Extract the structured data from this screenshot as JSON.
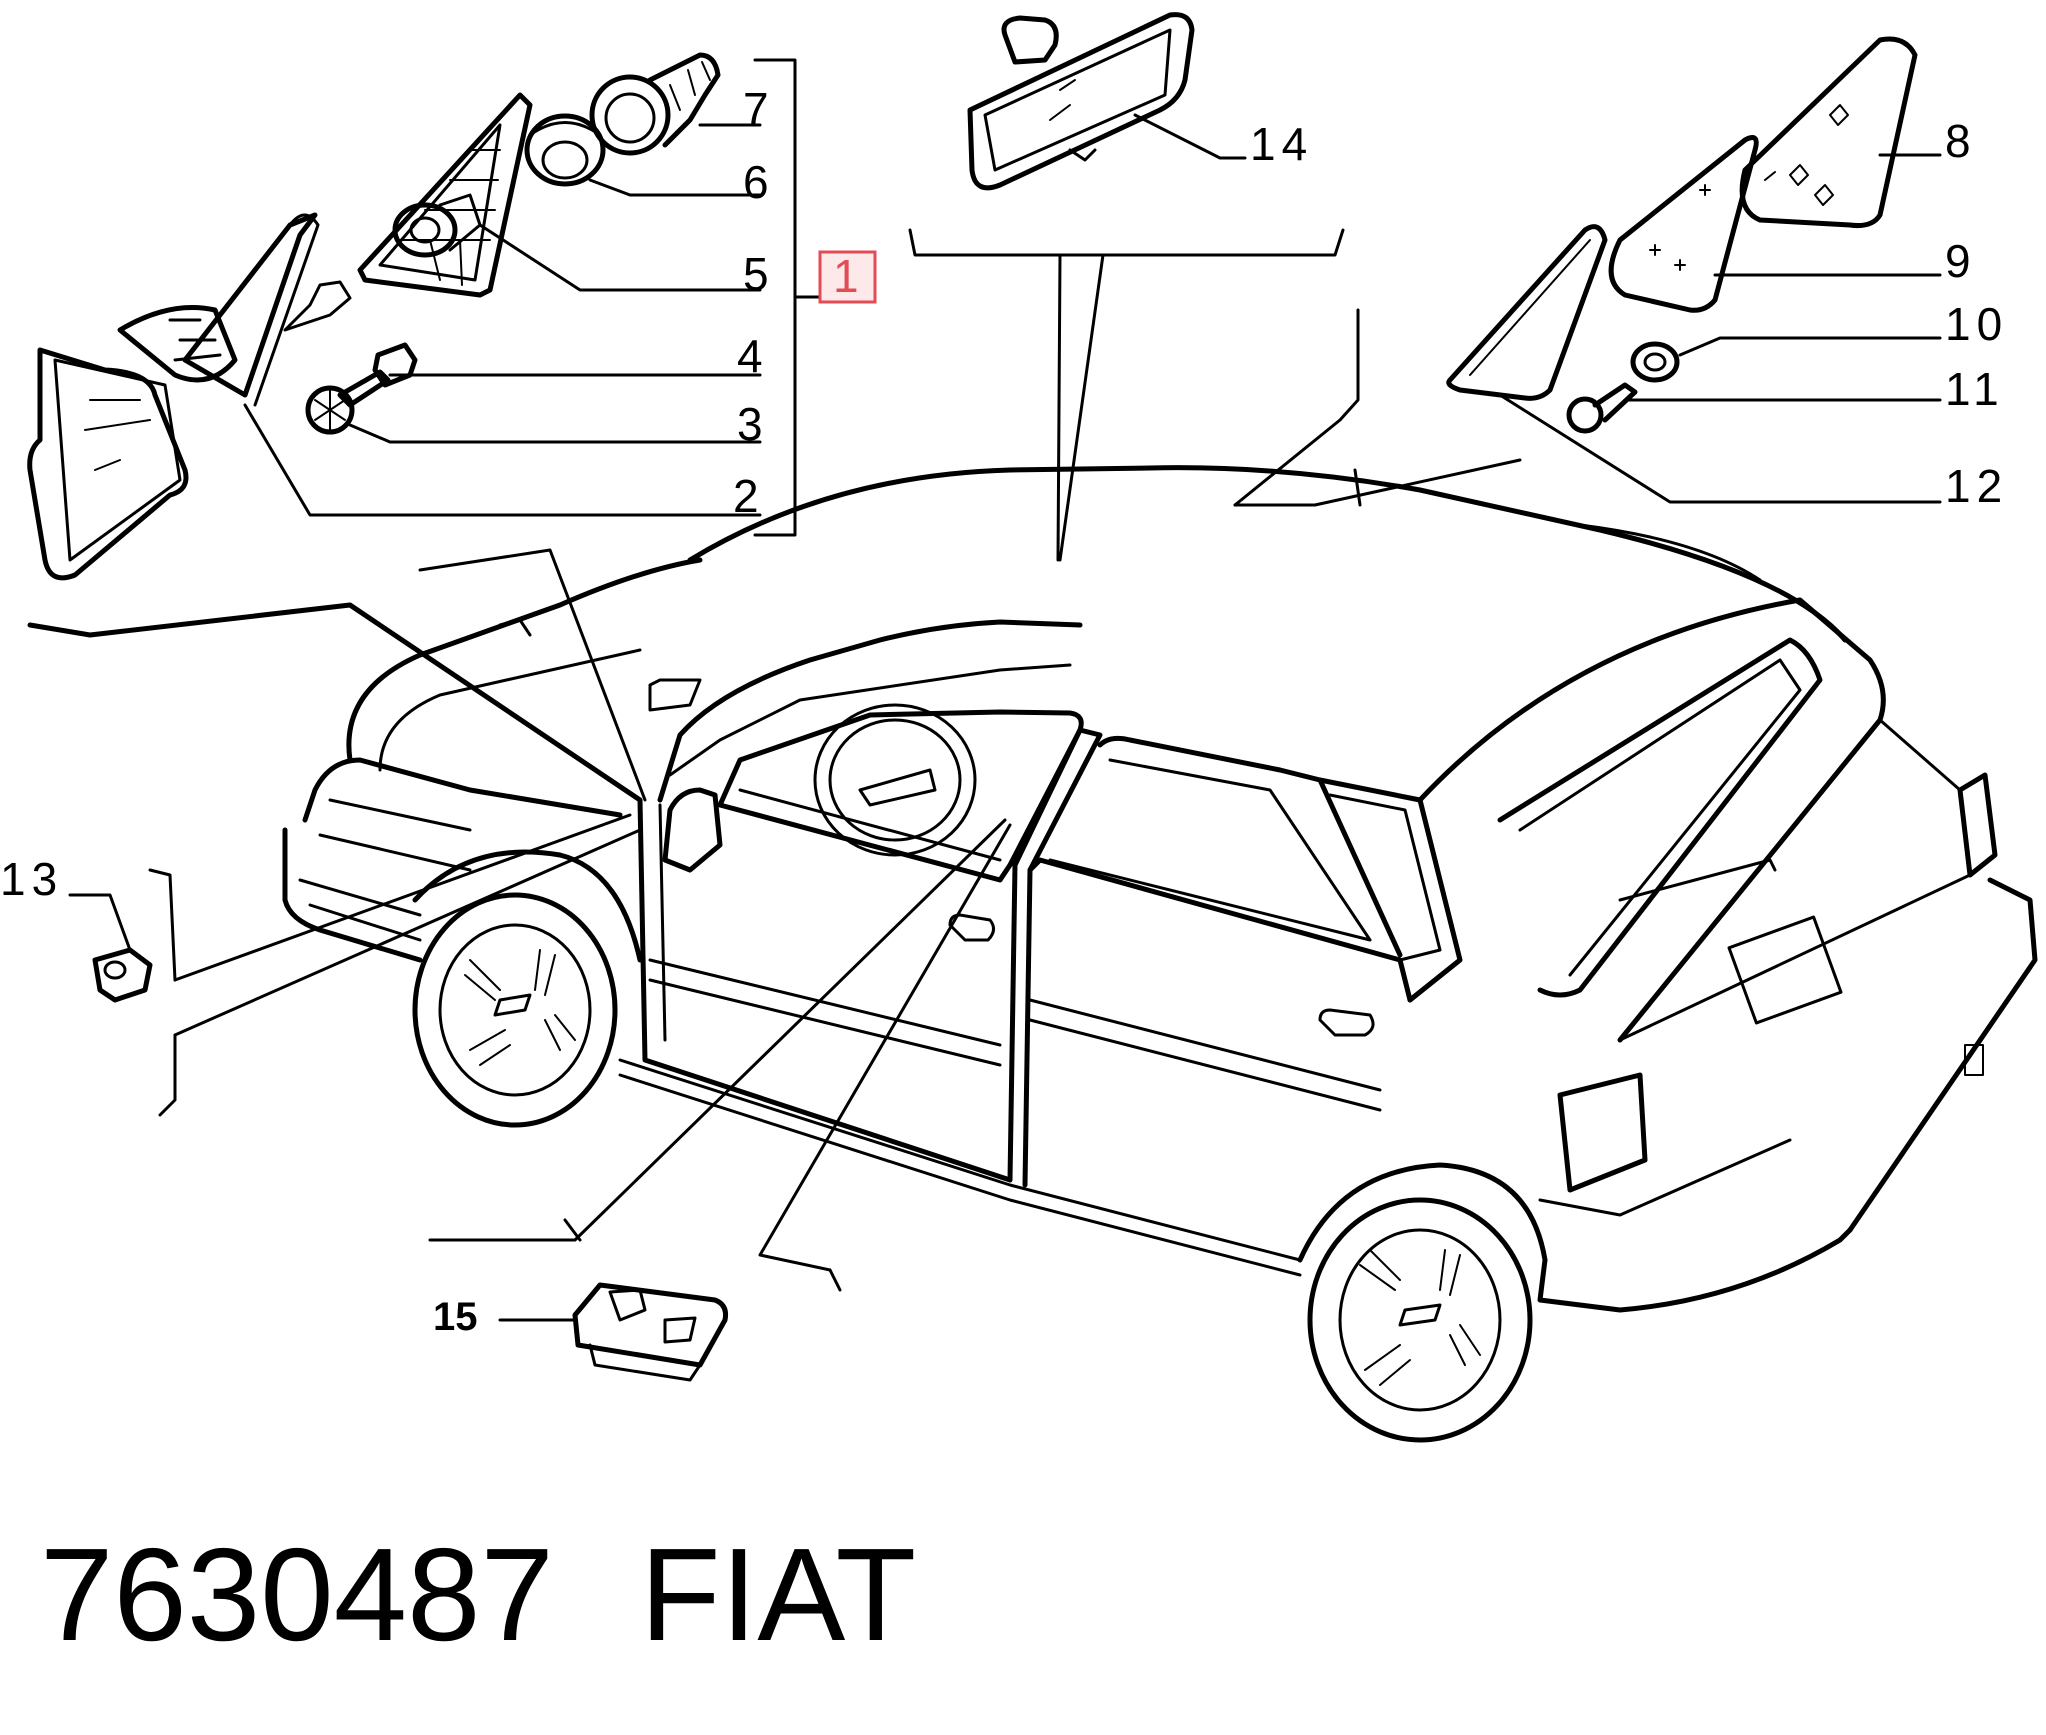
{
  "diagram": {
    "part_labels": [
      {
        "id": "1",
        "text": "1",
        "highlighted": true
      },
      {
        "id": "2",
        "text": "2"
      },
      {
        "id": "3",
        "text": "3"
      },
      {
        "id": "4",
        "text": "4"
      },
      {
        "id": "5",
        "text": "5"
      },
      {
        "id": "6",
        "text": "6"
      },
      {
        "id": "7",
        "text": "7"
      },
      {
        "id": "8",
        "text": "8"
      },
      {
        "id": "9",
        "text": "9"
      },
      {
        "id": "10",
        "text": "10"
      },
      {
        "id": "11",
        "text": "11"
      },
      {
        "id": "12",
        "text": "12"
      },
      {
        "id": "13",
        "text": "13"
      },
      {
        "id": "14",
        "text": "14"
      },
      {
        "id": "15",
        "text": "15"
      }
    ],
    "highlight_color": "#e24c55"
  },
  "footer": {
    "part_number": "7630487",
    "brand": "FIAT"
  }
}
